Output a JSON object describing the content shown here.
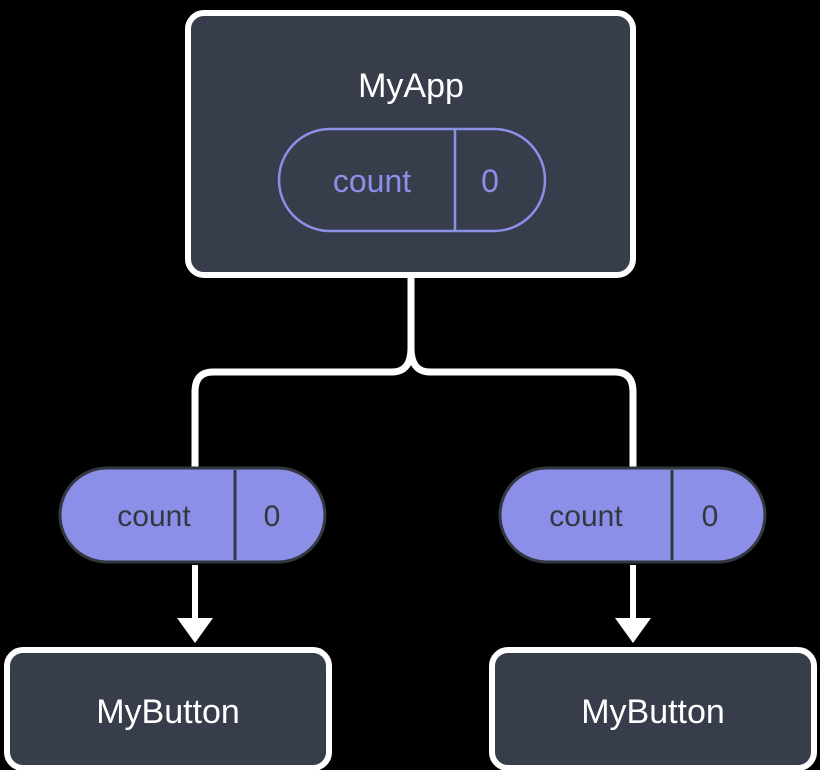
{
  "diagram": {
    "type": "component-tree",
    "title": "MyApp component tree with count state",
    "background_color": "#000000",
    "colors": {
      "node_fill": "#373d4b",
      "node_border": "#ffffff",
      "node_label": "#ffffff",
      "pill_accent": "#8b8fe8",
      "pill_filled_fill": "#8b8fe8",
      "pill_filled_border": "#33383f",
      "pill_filled_text": "#33383f",
      "connector": "#ffffff"
    },
    "nodes": [
      {
        "id": "myapp",
        "label": "MyApp",
        "style": "box-dark-outlined",
        "state": {
          "key": "count",
          "value": "0",
          "style": "pill-outline"
        }
      },
      {
        "id": "mybutton-left",
        "label": "MyButton",
        "style": "box-dark-outlined",
        "prop": {
          "key": "count",
          "value": "0",
          "style": "pill-filled"
        }
      },
      {
        "id": "mybutton-right",
        "label": "MyButton",
        "style": "box-dark-outlined",
        "prop": {
          "key": "count",
          "value": "0",
          "style": "pill-filled"
        }
      }
    ],
    "edges": [
      {
        "from": "myapp",
        "to": "mybutton-left",
        "style": "branch"
      },
      {
        "from": "myapp",
        "to": "mybutton-right",
        "style": "branch"
      },
      {
        "from": "prop-pill-left",
        "to": "mybutton-left",
        "style": "arrow"
      },
      {
        "from": "prop-pill-right",
        "to": "mybutton-right",
        "style": "arrow"
      }
    ]
  }
}
